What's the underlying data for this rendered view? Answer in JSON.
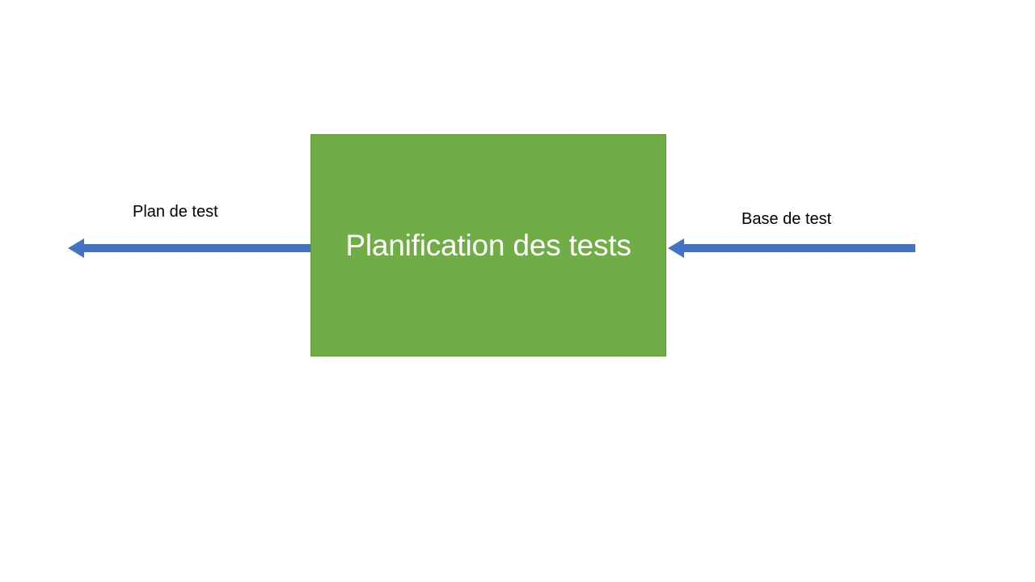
{
  "diagram": {
    "title": "Planification des tests",
    "colors": {
      "process_fill": "#70AD47",
      "process_border": "#5E9635",
      "process_text": "#FFFFFF",
      "arrow": "#4472C4",
      "label_text": "#000000",
      "background": "#FFFFFF"
    },
    "process": {
      "name": "planification-des-tests",
      "label": "Planification des tests"
    },
    "flows": [
      {
        "id": "output-flow",
        "label": "Plan de test",
        "direction": "left",
        "role": "output",
        "icon": "arrow-left-icon"
      },
      {
        "id": "input-flow",
        "label": "Base de test",
        "direction": "left",
        "role": "input",
        "icon": "arrow-left-icon"
      }
    ]
  }
}
